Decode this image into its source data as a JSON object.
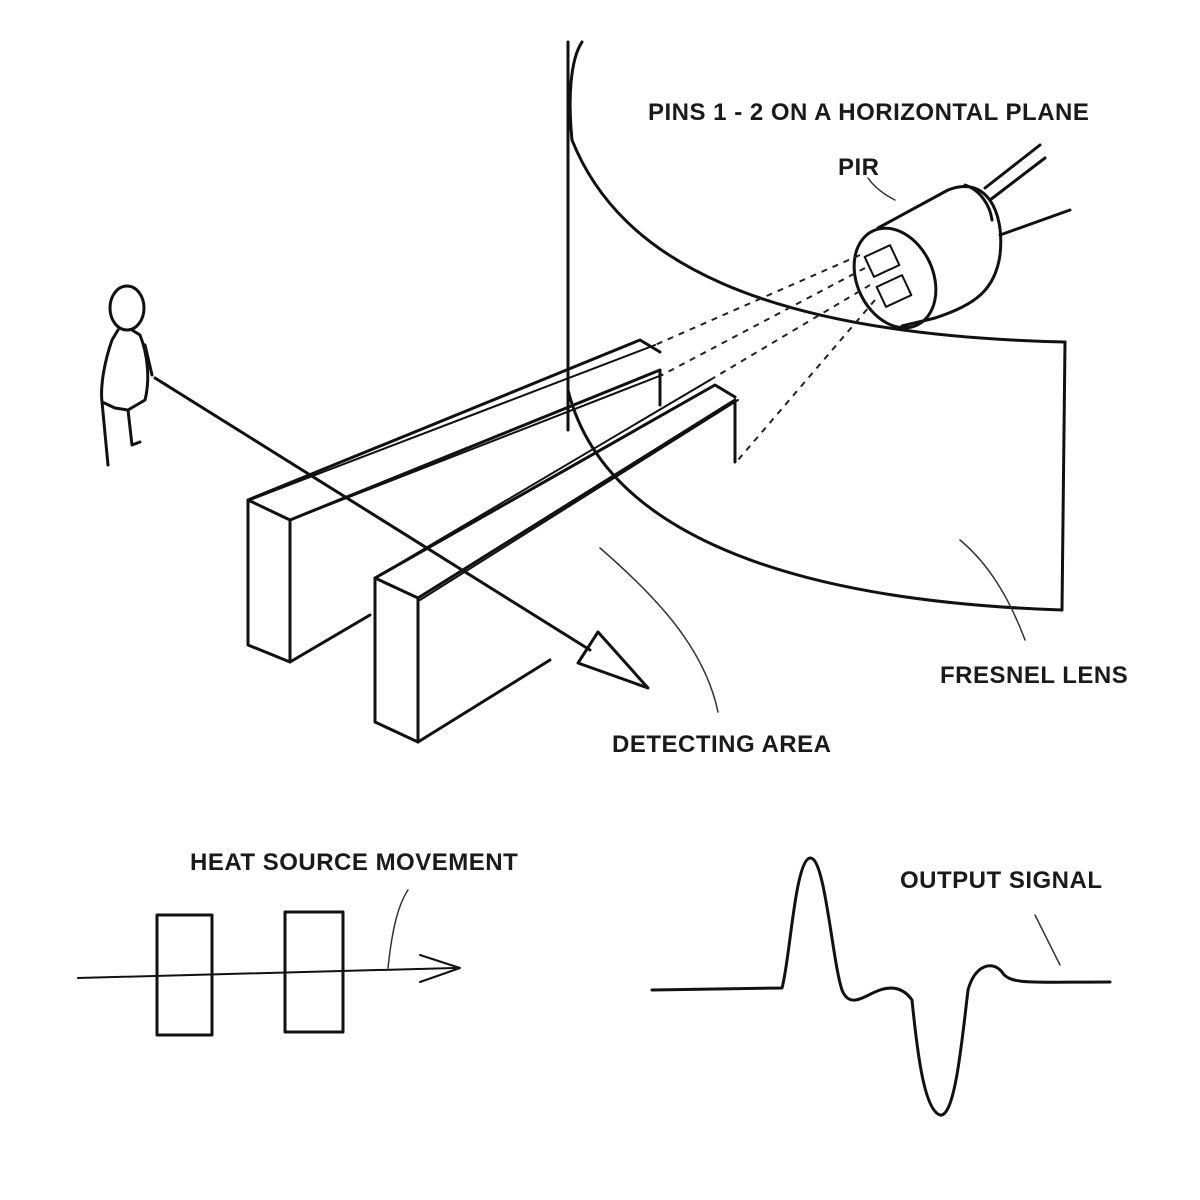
{
  "labels": {
    "pins_plane": "PINS 1 - 2 ON A HORIZONTAL PLANE",
    "pir": "PIR",
    "fresnel_lens": "FRESNEL LENS",
    "detecting_area": "DETECTING AREA",
    "heat_source_movement": "HEAT SOURCE MOVEMENT",
    "output_signal": "OUTPUT SIGNAL"
  }
}
